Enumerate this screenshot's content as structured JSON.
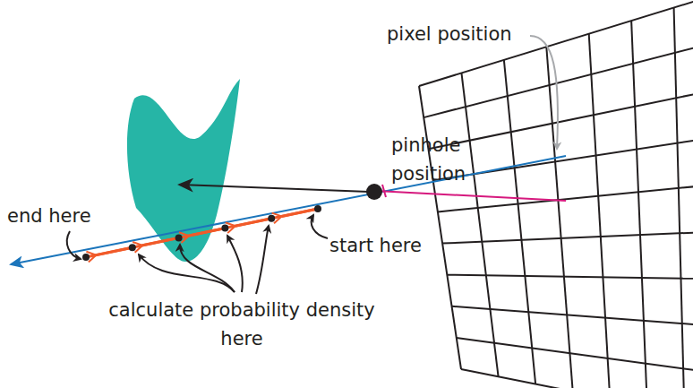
{
  "diagram": {
    "labels": [
      "pixel position",
      "pinhole position",
      "end here",
      "start here",
      "calculate probability density here"
    ]
  }
}
